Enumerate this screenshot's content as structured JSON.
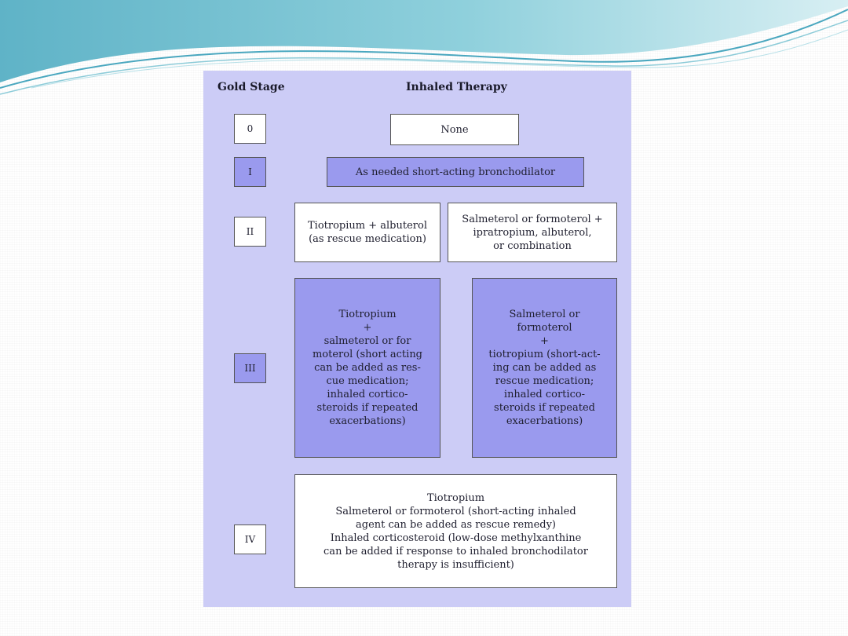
{
  "table": {
    "col_stage": "Gold Stage",
    "col_therapy": "Inhaled Therapy",
    "stages": [
      "0",
      "I",
      "II",
      "III",
      "IV"
    ],
    "therapy_0": "None",
    "therapy_1": "As needed short-acting bronchodilator",
    "therapy_2a": [
      "Tiotropium + albuterol",
      "(as rescue medication)"
    ],
    "therapy_2b": [
      "Salmeterol or formoterol +",
      "ipratropium, albuterol,",
      "or combination"
    ],
    "therapy_3a": [
      "Tiotropium",
      "+",
      "salmeterol or for",
      "moterol (short acting",
      "can be added as res-",
      "cue medication;",
      "inhaled cortico-",
      "steroids if repeated",
      "exacerbations)"
    ],
    "therapy_3b": [
      "Salmeterol or",
      "formoterol",
      "+",
      "tiotropium (short-act-",
      "ing can be added as",
      "rescue medication;",
      "inhaled cortico-",
      "steroids if repeated",
      "exacerbations)"
    ],
    "therapy_4": [
      "Tiotropium",
      "Salmeterol or formoterol (short-acting inhaled",
      "agent can be added as rescue remedy)",
      "Inhaled corticosteroid (low-dose methylxanthine",
      "can be added if response to inhaled bronchodilator",
      "therapy is insufficient)"
    ]
  },
  "colors": {
    "panel": "#ccccf6",
    "box_blue": "#9a9aee",
    "box_white": "#ffffff",
    "wave": "#7cc4d4"
  }
}
